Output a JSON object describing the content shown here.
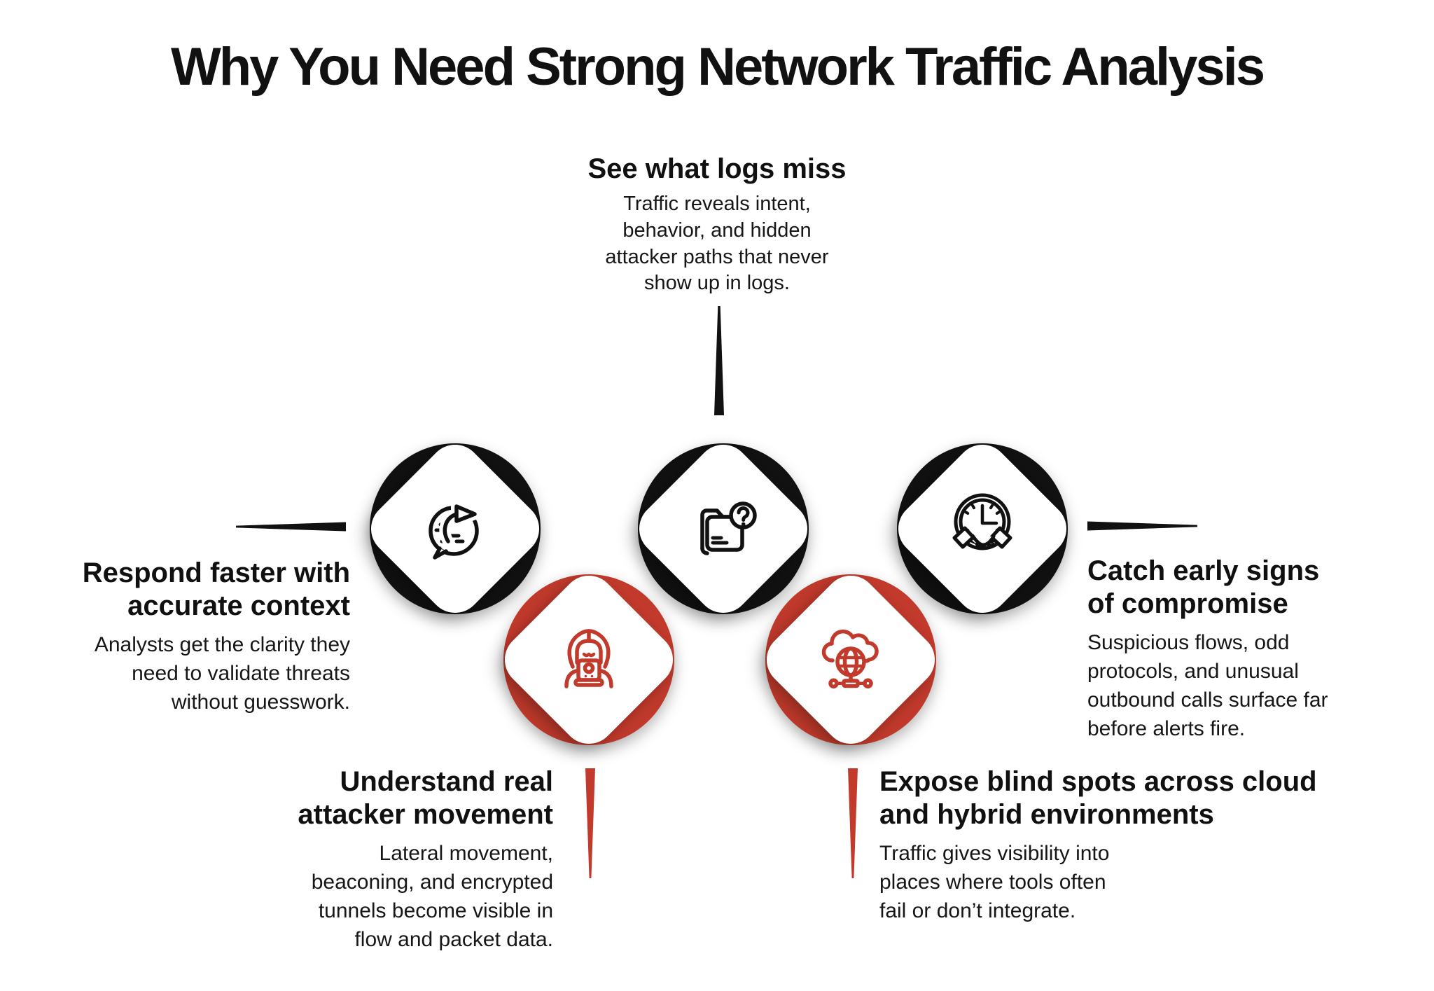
{
  "title": "Why You Need Strong Network Traffic Analysis",
  "colors": {
    "accent_red": "#c13a2c",
    "ink": "#111111"
  },
  "sections": [
    {
      "id": "see-what-logs-miss",
      "position": "top-center",
      "accent": "black",
      "icon": "folder-question-icon",
      "heading": "See what logs miss",
      "body": "Traffic reveals intent,\nbehavior, and hidden\nattacker paths that never\nshow up in logs."
    },
    {
      "id": "respond-faster-with-accurate-context",
      "position": "middle-left",
      "accent": "black",
      "icon": "chat-share-arrow-icon",
      "heading": "Respond faster with\naccurate context",
      "body": "Analysts get the clarity they\nneed to validate threats\nwithout guesswork."
    },
    {
      "id": "catch-early-signs-of-compromise",
      "position": "middle-right",
      "accent": "black",
      "icon": "handshake-clock-icon",
      "heading": "Catch early signs\nof compromise",
      "body": "Suspicious flows, odd\nprotocols, and unusual\noutbound calls surface far\nbefore alerts fire."
    },
    {
      "id": "understand-real-attacker-movement",
      "position": "bottom-left",
      "accent": "red",
      "icon": "hacker-laptop-icon",
      "heading": "Understand real\nattacker movement",
      "body": "Lateral movement,\nbeaconing, and encrypted\ntunnels become visible in\nflow and packet data."
    },
    {
      "id": "expose-blind-spots",
      "position": "bottom-right",
      "accent": "red",
      "icon": "cloud-network-icon",
      "heading": "Expose blind spots across cloud\nand hybrid environments",
      "body": "Traffic gives visibility into\nplaces where tools often\nfail or don’t integrate."
    }
  ]
}
